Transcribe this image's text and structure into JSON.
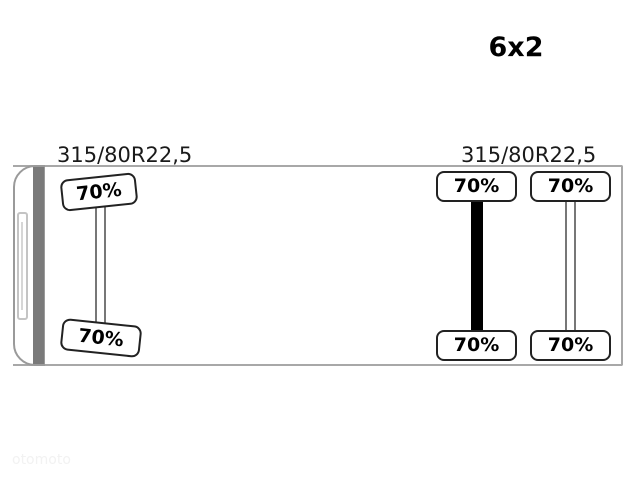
{
  "configuration": "6x2",
  "front_axle": {
    "tire_size": "315/80R22,5",
    "left_tire": "70%",
    "right_tire": "70%"
  },
  "rear_axles": {
    "tire_size": "315/80R22,5",
    "drive_axle": {
      "left_tire": "70%",
      "right_tire": "70%"
    },
    "tag_axle": {
      "left_tire": "70%",
      "right_tire": "70%"
    }
  },
  "watermark": "otomoto"
}
